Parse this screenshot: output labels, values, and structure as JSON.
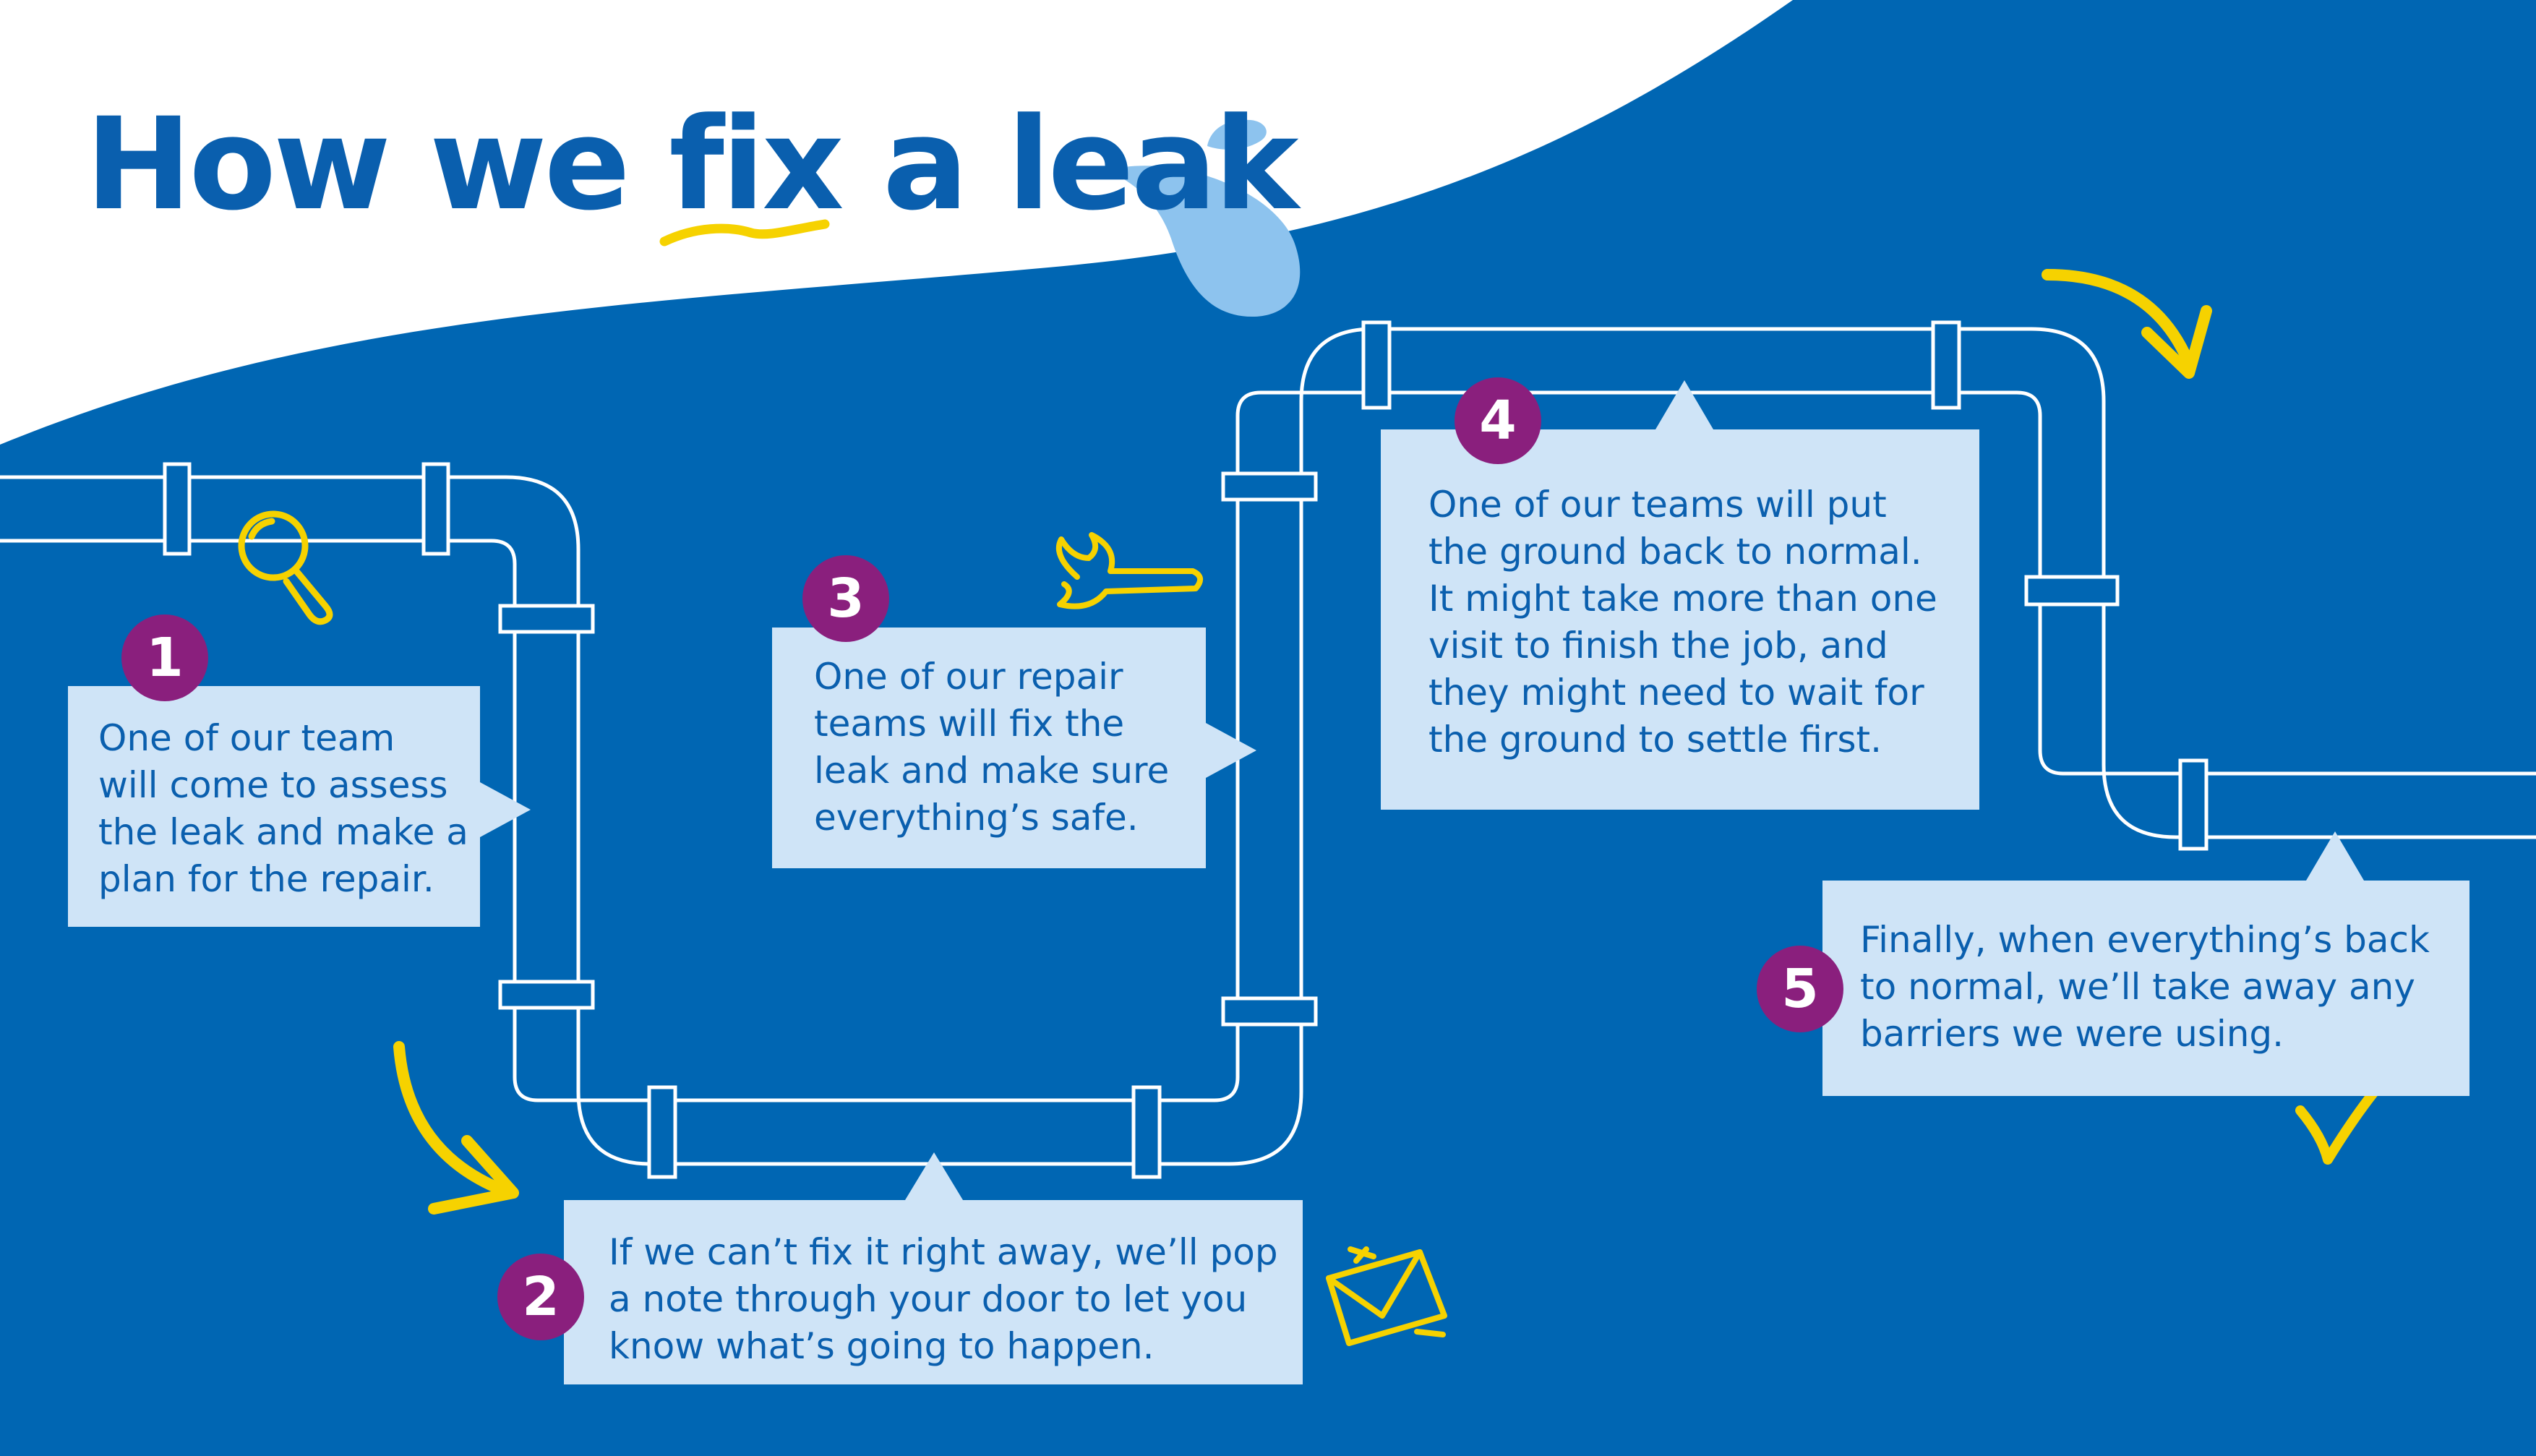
{
  "title": {
    "pre": "How we ",
    "highlight": "fix",
    "post": " a leak"
  },
  "steps": [
    {
      "number": "1",
      "text": "One of our team\nwill come to assess\nthe leak and make a\nplan for the repair."
    },
    {
      "number": "2",
      "text": "If we can’t fix it right away, we’ll pop\na note through your door to let you\nknow what’s going to happen."
    },
    {
      "number": "3",
      "text": "One of our repair\nteams will fix the\nleak and make sure\neverything’s safe."
    },
    {
      "number": "4",
      "text": "One of our teams will put\nthe ground back to normal.\nIt might take more than one\nvisit to finish the job, and\nthey might need to wait for\nthe ground to settle first."
    },
    {
      "number": "5",
      "text": "Finally, when everything’s back\nto normal, we’ll take away any\nbarriers we were using."
    }
  ],
  "icons": [
    "water-drop-icon",
    "magnifying-glass-icon",
    "wrench-icon",
    "envelope-icon",
    "checkmark-icon",
    "curved-arrow-icon"
  ],
  "colors": {
    "background": "#0066b3",
    "title": "#0a5fae",
    "box": "#cfe4f7",
    "badge": "#8a1f7d",
    "accent": "#f6d200",
    "drop": "#8dc3ee",
    "pipe": "#ffffff"
  }
}
